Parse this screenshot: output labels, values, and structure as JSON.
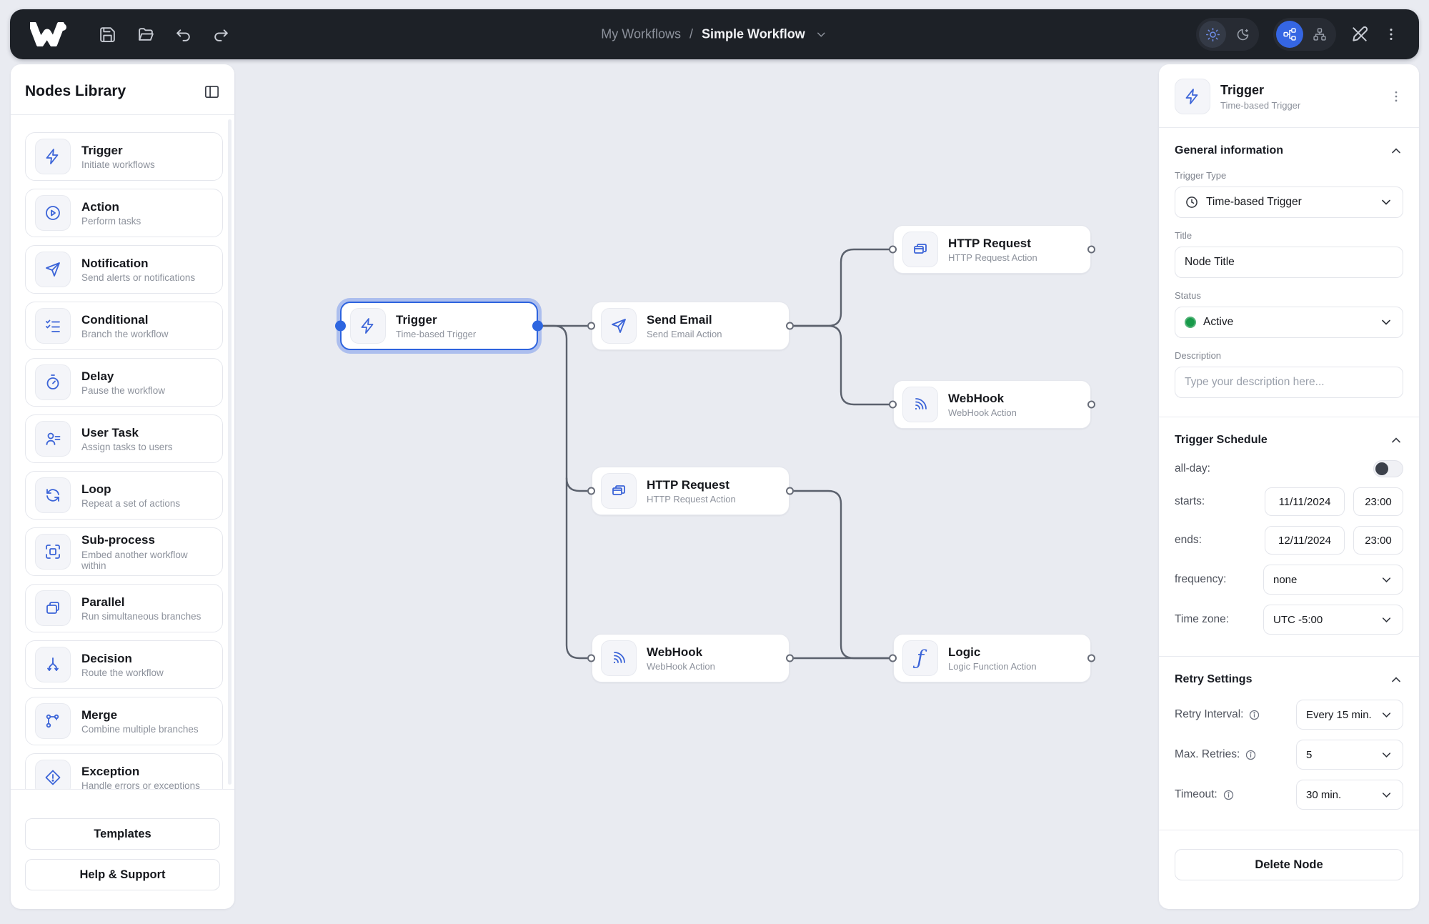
{
  "topbar": {
    "breadcrumb": {
      "parent": "My Workflows",
      "separator": "/",
      "current": "Simple Workflow"
    }
  },
  "sidebar": {
    "title": "Nodes Library",
    "items": [
      {
        "label": "Trigger",
        "description": "Initiate workflows",
        "icon": "zap-icon"
      },
      {
        "label": "Action",
        "description": "Perform tasks",
        "icon": "play-circle-icon"
      },
      {
        "label": "Notification",
        "description": "Send alerts or notifications",
        "icon": "send-icon"
      },
      {
        "label": "Conditional",
        "description": "Branch the workflow",
        "icon": "list-checks-icon"
      },
      {
        "label": "Delay",
        "description": "Pause the workflow",
        "icon": "timer-icon"
      },
      {
        "label": "User Task",
        "description": "Assign tasks to users",
        "icon": "user-list-icon"
      },
      {
        "label": "Loop",
        "description": "Repeat a set of actions",
        "icon": "refresh-icon"
      },
      {
        "label": "Sub-process",
        "description": "Embed another workflow within",
        "icon": "frame-icon"
      },
      {
        "label": "Parallel",
        "description": "Run simultaneous branches",
        "icon": "copy-icon"
      },
      {
        "label": "Decision",
        "description": "Route the workflow",
        "icon": "split-icon"
      },
      {
        "label": "Merge",
        "description": "Combine multiple branches",
        "icon": "merge-icon"
      },
      {
        "label": "Exception",
        "description": "Handle errors or exceptions",
        "icon": "alert-diamond-icon"
      }
    ],
    "footer": {
      "templates_label": "Templates",
      "help_label": "Help & Support"
    }
  },
  "canvas": {
    "nodes": [
      {
        "title": "Trigger",
        "subtitle": "Time-based Trigger",
        "icon": "zap-icon",
        "selected": true
      },
      {
        "title": "Send Email",
        "subtitle": "Send Email Action",
        "icon": "send-icon",
        "selected": false
      },
      {
        "title": "HTTP Request",
        "subtitle": "HTTP Request Action",
        "icon": "browser-windows-icon",
        "selected": false
      },
      {
        "title": "WebHook",
        "subtitle": "WebHook Action",
        "icon": "signal-icon",
        "selected": false
      },
      {
        "title": "HTTP Request",
        "subtitle": "HTTP Request Action",
        "icon": "browser-windows-icon",
        "selected": false
      },
      {
        "title": "WebHook",
        "subtitle": "WebHook Action",
        "icon": "signal-icon",
        "selected": false
      },
      {
        "title": "Logic",
        "subtitle": "Logic Function Action",
        "icon": "function-icon",
        "selected": false
      }
    ]
  },
  "inspector": {
    "title": "Trigger",
    "subtitle": "Time-based Trigger",
    "general": {
      "heading": "General information",
      "trigger_type_label": "Trigger Type",
      "trigger_type_value": "Time-based Trigger",
      "title_label": "Title",
      "title_value": "Node Title",
      "status_label": "Status",
      "status_value": "Active",
      "description_label": "Description",
      "description_placeholder": "Type your description here..."
    },
    "schedule": {
      "heading": "Trigger Schedule",
      "all_day_label": "all-day:",
      "all_day_state": "off",
      "starts_label": "starts:",
      "starts_date": "11/11/2024",
      "starts_time": "23:00",
      "ends_label": "ends:",
      "ends_date": "12/11/2024",
      "ends_time": "23:00",
      "frequency_label": "frequency:",
      "frequency_value": "none",
      "timezone_label": "Time zone:",
      "timezone_value": "UTC -5:00"
    },
    "retry": {
      "heading": "Retry Settings",
      "interval_label": "Retry Interval:",
      "interval_value": "Every 15 min.",
      "max_label": "Max. Retries:",
      "max_value": "5",
      "timeout_label": "Timeout:",
      "timeout_value": "30 min."
    },
    "delete_label": "Delete Node"
  },
  "colors": {
    "accent_blue": "#3566e0",
    "topbar_bg": "#1d2127",
    "canvas_bg": "#e9ebf1",
    "edge": "#5b616d",
    "status_green": "#189a4a"
  }
}
